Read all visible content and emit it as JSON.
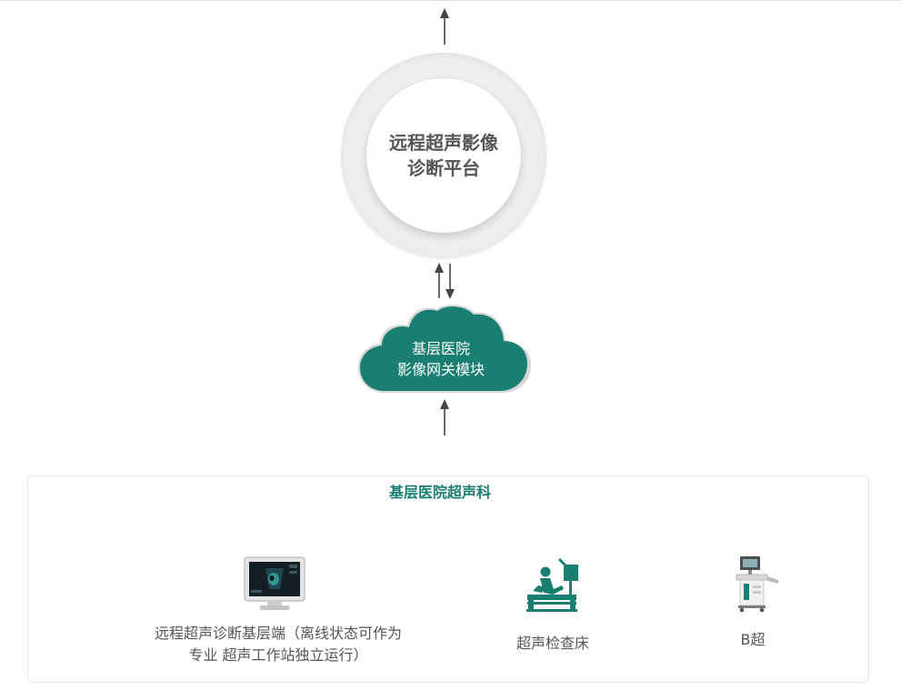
{
  "platform": {
    "title_line1": "远程超声影像",
    "title_line2": "诊断平台"
  },
  "gateway": {
    "label_line1": "基层医院",
    "label_line2": "影像网关模块",
    "color": "#1a7f72"
  },
  "department": {
    "title": "基层医院超声科",
    "devices": [
      {
        "icon": "monitor-icon",
        "label_line1": "远程超声诊断基层端（离线状态可作为",
        "label_line2": "专业 超声工作站独立运行）"
      },
      {
        "icon": "exam-bed-icon",
        "label_line1": "超声检查床"
      },
      {
        "icon": "b-ultrasound-machine-icon",
        "label_line1": "B超"
      }
    ]
  },
  "colors": {
    "accent": "#1a7f72",
    "text": "#555555",
    "arrow": "#444444"
  }
}
